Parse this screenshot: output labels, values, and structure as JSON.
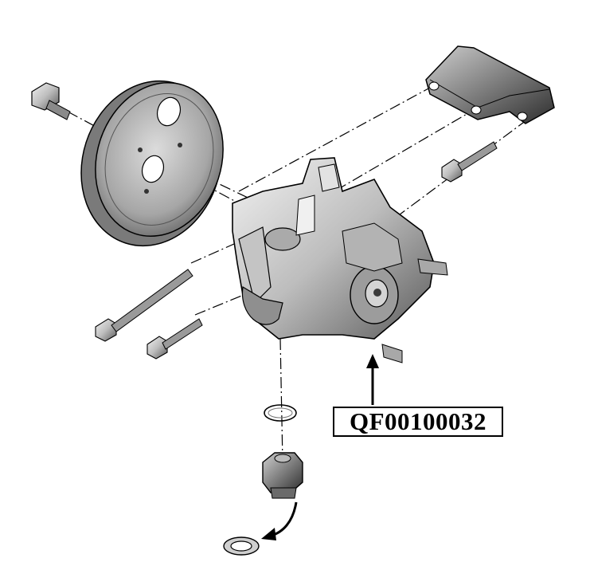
{
  "diagram": {
    "callout": {
      "part_number": "QF00100032"
    },
    "parts": [
      "pulley-bolt",
      "pulley",
      "mounting-bracket",
      "bracket-bolt",
      "pump-body",
      "long-bolt",
      "short-bolt",
      "o-ring-upper",
      "union-fitting",
      "sealing-washer"
    ],
    "colors": {
      "line": "#000000",
      "background": "#ffffff",
      "metal_light": "#d8d8d8",
      "metal_mid": "#9a9a9a",
      "metal_dark": "#3a3a3a"
    }
  }
}
